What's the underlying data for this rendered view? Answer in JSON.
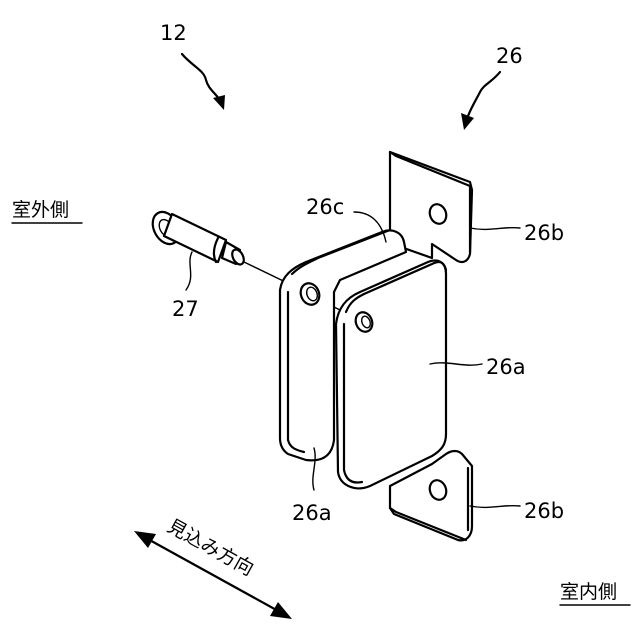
{
  "labels": {
    "ref_12": "12",
    "ref_26": "26",
    "ref_26c": "26c",
    "ref_26b_top": "26b",
    "ref_27": "27",
    "ref_26a_right": "26a",
    "ref_26a_bottom": "26a",
    "ref_26b_bottom": "26b"
  },
  "sides": {
    "outdoor": "室外側",
    "indoor": "室内側"
  },
  "direction": {
    "label": "見込み方向"
  }
}
